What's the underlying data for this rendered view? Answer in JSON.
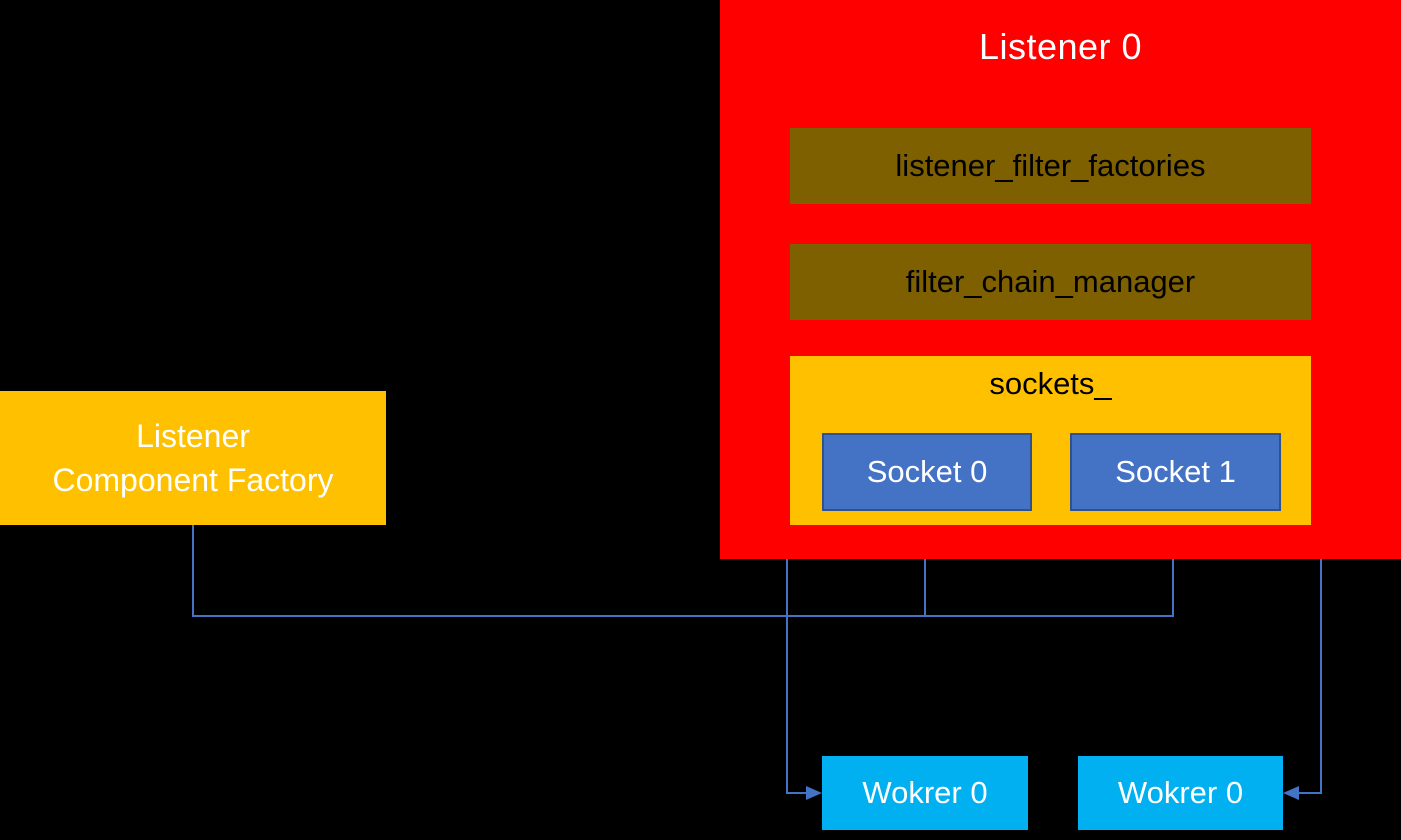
{
  "colors": {
    "red": "#ff0000",
    "gold": "#ffc000",
    "olive": "#7f6000",
    "socket_blue": "#4472c4",
    "socket_border": "#2f528f",
    "worker_cyan": "#00b0f0",
    "connector": "#4472c4",
    "text_light": "#ffffff",
    "text_dark": "#000000",
    "canvas_bg": "#000000"
  },
  "listener_group": {
    "title": "Listener 0",
    "items": [
      {
        "label": "listener_filter_factories"
      },
      {
        "label": "filter_chain_manager"
      }
    ],
    "sockets_container": {
      "label": "sockets_",
      "sockets": [
        {
          "label": "Socket 0"
        },
        {
          "label": "Socket 1"
        }
      ]
    }
  },
  "component_factory": {
    "label_line1": "Listener",
    "label_line2": "Component Factory"
  },
  "workers": [
    {
      "label": "Wokrer 0"
    },
    {
      "label": "Wokrer 0"
    }
  ]
}
